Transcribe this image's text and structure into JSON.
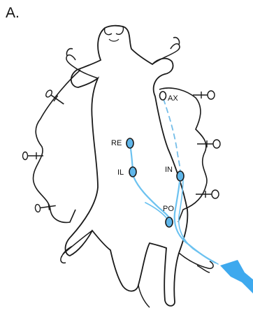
{
  "panel_label": "A.",
  "node_labels": {
    "ax": "AX",
    "re": "RE",
    "il": "IL",
    "in": "IN",
    "po": "PO"
  },
  "colors": {
    "outline": "#1a1a1a",
    "node_fill": "#5fb6ea",
    "vessel": "#6cc2f0",
    "vessel_dashed": "#74bde8",
    "pin_head": "#ffffff"
  },
  "icons": {
    "pin": "pin-icon",
    "arrow": "blue-arrow-icon"
  }
}
